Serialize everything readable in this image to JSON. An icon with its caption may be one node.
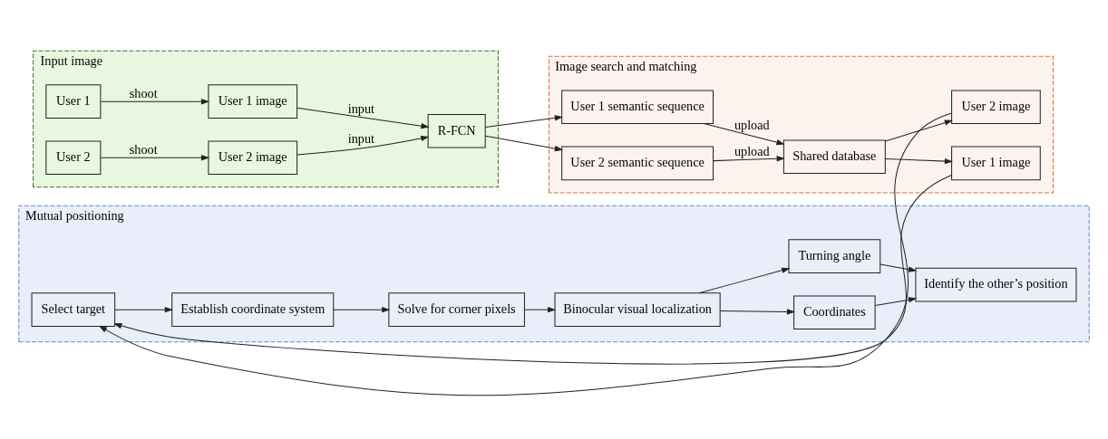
{
  "diagram": {
    "nodes": [
      {
        "text": [
          "Input image"
        ]
      },
      {
        "text": [
          "User 1"
        ],
        "in": 0
      },
      {
        "text": [
          "User 2"
        ],
        "in": 0
      },
      {
        "text": [
          "User 1 image"
        ],
        "in": 0
      },
      {
        "text": [
          "User 2 image"
        ],
        "in": 0
      },
      {
        "text": [
          "R-FCN"
        ],
        "in": 0
      },
      {
        "text": [
          "Image search and matching"
        ]
      },
      {
        "text": [
          "User 1 semantic sequence"
        ],
        "in": 6
      },
      {
        "text": [
          "User 2 semantic sequence"
        ],
        "in": 6
      },
      {
        "text": [
          "Shared database"
        ],
        "in": 6
      },
      {
        "text": [
          "User 1 image"
        ],
        "in": 6
      },
      {
        "text": [
          "User 2 image"
        ],
        "in": 6
      },
      {
        "text": [
          "Mutual positioning"
        ]
      },
      {
        "text": [
          "Identify the other’s position"
        ],
        "in": 12
      },
      {
        "text": [
          "Coordinates"
        ],
        "in": 12
      },
      {
        "text": [
          "Turning angle"
        ],
        "in": 12
      },
      {
        "text": [
          "Binocular visual localization"
        ],
        "in": 12
      },
      {
        "text": [
          "Solve for corner pixels"
        ],
        "in": 12
      },
      {
        "text": [
          "Establish coordinate system"
        ],
        "in": 12
      },
      {
        "text": [
          "Select target"
        ],
        "in": 12
      }
    ],
    "edges": [
      {
        "from": 1,
        "to": 3,
        "arrow": "to",
        "label": "shoot"
      },
      {
        "from": 2,
        "to": 4,
        "arrow": "to",
        "label": "shoot"
      },
      {
        "from": 3,
        "to": 5,
        "arrow": "to",
        "label": "input"
      },
      {
        "from": 4,
        "to": 5,
        "arrow": "to",
        "label": "input"
      },
      {
        "from": 5,
        "to": 7,
        "arrow": "to"
      },
      {
        "from": 5,
        "to": 8,
        "arrow": "to"
      },
      {
        "from": 7,
        "to": 9,
        "arrow": "to",
        "label": "upload"
      },
      {
        "from": 8,
        "to": 9,
        "arrow": "to",
        "label": "upload"
      },
      {
        "from": 9,
        "to": 10,
        "arrow": "to"
      },
      {
        "from": 9,
        "to": 11,
        "arrow": "to"
      },
      {
        "from": 10,
        "to": 19,
        "arrow": "to"
      },
      {
        "from": 11,
        "to": 19,
        "arrow": "to"
      },
      {
        "from": 19,
        "to": 18,
        "arrow": "to"
      },
      {
        "from": 18,
        "to": 17,
        "arrow": "to"
      },
      {
        "from": 17,
        "to": 16,
        "arrow": "to"
      },
      {
        "from": 16,
        "to": 14,
        "arrow": "to"
      },
      {
        "from": 16,
        "to": 15,
        "arrow": "to"
      },
      {
        "from": 14,
        "to": 13,
        "arrow": "to"
      },
      {
        "from": 15,
        "to": 13,
        "arrow": "to"
      }
    ]
  }
}
